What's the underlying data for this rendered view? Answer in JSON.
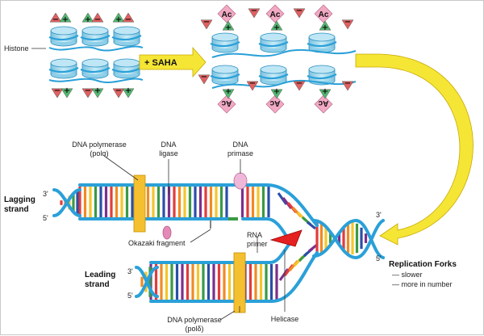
{
  "labels": {
    "histone": "Histone",
    "saha": "+ SAHA",
    "ac": "Ac",
    "plus": "+",
    "minus": "−",
    "dna_pol_alpha_line1": "DNA polymerase",
    "dna_pol_alpha_line2": "(polα)",
    "dna_ligase_line1": "DNA",
    "dna_ligase_line2": "ligase",
    "dna_primase_line1": "DNA",
    "dna_primase_line2": "primase",
    "lagging_line1": "Lagging",
    "lagging_line2": "strand",
    "leading_line1": "Leading",
    "leading_line2": "strand",
    "three_prime": "3'",
    "five_prime": "5'",
    "okazaki": "Okazaki fragment",
    "rna_primer_line1": "RNA",
    "rna_primer_line2": "primer",
    "replication_forks": "Replication Forks",
    "slower": "— slower",
    "more_in_number": "— more in number",
    "dna_pol_delta_line1": "DNA polymerase",
    "dna_pol_delta_line2": "(polδ)",
    "helicase": "Helicase"
  },
  "colors": {
    "backbone": "#2aa0d8",
    "histone_face": "#bfe6f5",
    "histone_side": "#8fcfe8",
    "histone_edge": "#2a8fc0",
    "green_tag": "#52b870",
    "red_tag": "#e06060",
    "ac_tag": "#f2a9c4",
    "saha_arrow": "#f5e636",
    "polymerase": "#f5c030",
    "helicase": "#e52020",
    "primase": "#f0b8d8",
    "base_palette": [
      "#e23b3b",
      "#f08a24",
      "#f5c52a",
      "#3a9a45",
      "#2a4fa8",
      "#7b2f8c"
    ]
  },
  "icons": {
    "histone": "histone-spool-icon",
    "saha_arrow": "right-arrow-icon",
    "curved_arrow": "curved-arrow-icon",
    "helicase": "helicase-wedge-icon"
  }
}
